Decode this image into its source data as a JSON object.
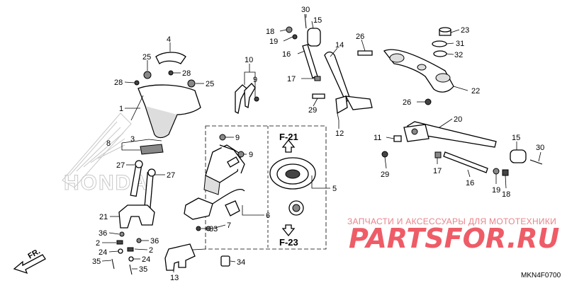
{
  "watermark": {
    "brand_outline": "HONDA",
    "shop_tagline": "ЗАПЧАСТИ И АКСЕССУАРЫ ДЛЯ МОТОТЕХНИКИ",
    "shop_logo": "PARTSFOR.RU"
  },
  "diagram_code": "MKN4F0700",
  "direction_label": "FR.",
  "figure_refs": {
    "ref_a": "F-21",
    "ref_b": "F-23"
  },
  "callouts": {
    "c1": "1",
    "c2a": "2",
    "c2b": "2",
    "c3": "3",
    "c4": "4",
    "c5": "5",
    "c6": "6",
    "c7": "7",
    "c8": "8",
    "c9a": "9",
    "c9b": "9",
    "c9c": "9",
    "c10": "10",
    "c11": "11",
    "c12": "12",
    "c13": "13",
    "c14": "14",
    "c15a": "15",
    "c15b": "15",
    "c16a": "16",
    "c16b": "16",
    "c17a": "17",
    "c17b": "17",
    "c18a": "18",
    "c18b": "18",
    "c19a": "19",
    "c19b": "19",
    "c20": "20",
    "c21": "21",
    "c22": "22",
    "c23": "23",
    "c24a": "24",
    "c24b": "24",
    "c25a": "25",
    "c25b": "25",
    "c26a": "26",
    "c26b": "26",
    "c27a": "27",
    "c27b": "27",
    "c28a": "28",
    "c28b": "28",
    "c29a": "29",
    "c29b": "29",
    "c30a": "30",
    "c30b": "30",
    "c31": "31",
    "c32": "32",
    "c33": "33",
    "c34": "34",
    "c35a": "35",
    "c35b": "35",
    "c36a": "36",
    "c36b": "36"
  }
}
